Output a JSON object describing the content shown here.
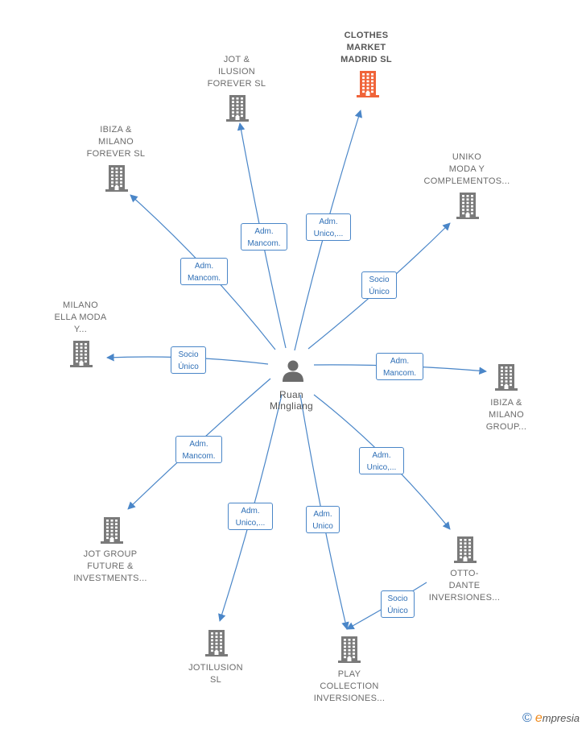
{
  "center": {
    "label": "Ruan\nMingliang",
    "icon": "person-icon"
  },
  "companies": [
    {
      "id": "clothes-market",
      "label": "CLOTHES\nMARKET\nMADRID SL",
      "highlight": true
    },
    {
      "id": "jot-ilusion",
      "label": "JOT &\nILUSION\nFOREVER SL"
    },
    {
      "id": "ibiza-milano-forever",
      "label": "IBIZA &\nMILANO\nFOREVER SL"
    },
    {
      "id": "uniko",
      "label": "UNIKO\nMODA Y\nCOMPLEMENTOS..."
    },
    {
      "id": "milano-ella",
      "label": "MILANO\nELLA MODA\nY..."
    },
    {
      "id": "ibiza-milano-group",
      "label": "IBIZA &\nMILANO\nGROUP..."
    },
    {
      "id": "jot-group",
      "label": "JOT GROUP\nFUTURE &\nINVESTMENTS..."
    },
    {
      "id": "otto-dante",
      "label": "OTTO-\nDANTE\nINVERSIONES..."
    },
    {
      "id": "jotilusion",
      "label": "JOTILUSION\nSL"
    },
    {
      "id": "play-collection",
      "label": "PLAY\nCOLLECTION\nINVERSIONES..."
    }
  ],
  "relations": [
    {
      "to": "clothes-market",
      "label": "Adm.\nUnico,..."
    },
    {
      "to": "jot-ilusion",
      "label": "Adm.\nMancom."
    },
    {
      "to": "ibiza-milano-forever",
      "label": "Adm.\nMancom."
    },
    {
      "to": "uniko",
      "label": "Socio\nÚnico"
    },
    {
      "to": "milano-ella",
      "label": "Socio\nÚnico"
    },
    {
      "to": "ibiza-milano-group",
      "label": "Adm.\nMancom."
    },
    {
      "to": "jot-group",
      "label": "Adm.\nMancom."
    },
    {
      "to": "otto-dante",
      "label": "Adm.\nUnico,..."
    },
    {
      "to": "jotilusion",
      "label": "Adm.\nUnico,..."
    },
    {
      "to": "play-collection",
      "label": "Adm.\nUnico"
    },
    {
      "from": "otto-dante",
      "to": "play-collection",
      "label": "Socio\nÚnico"
    }
  ],
  "colors": {
    "edge": "#4a86c8",
    "building": "#7a7a7a",
    "highlight": "#f0643a",
    "person": "#6b6b6b"
  },
  "footer": {
    "copyright": "©",
    "brand_initial": "e",
    "brand_rest": "mpresia"
  }
}
